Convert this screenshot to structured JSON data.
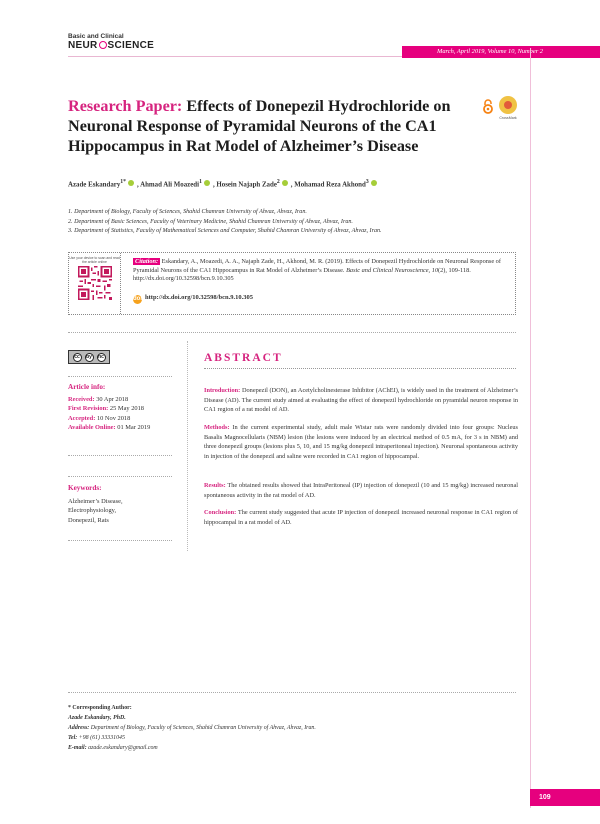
{
  "journal": {
    "logo_line1": "Basic and Clinical",
    "logo_part1": "NEUR",
    "logo_part2": "SCIENCE",
    "issue": "March, April 2019, Volume 10, Number 2"
  },
  "article": {
    "type_label": "Research Paper:",
    "title": "Effects of Donepezil Hydrochloride on Neuronal Response of Pyramidal Neurons of the CA1 Hippocampus in Rat Model of Alzheimer’s Disease",
    "crossmark_label": "CrossMark",
    "authors": [
      {
        "name": "Azade Eskandary",
        "sup": "1*"
      },
      {
        "name": "Ahmad Ali Moazedi",
        "sup": "1"
      },
      {
        "name": "Hosein Najaph Zade",
        "sup": "2"
      },
      {
        "name": "Mohamad Reza Akhond",
        "sup": "3"
      }
    ],
    "affiliations": [
      "1. Department of Biology, Faculty of Sciences, Shahid Chamran University of Ahvaz, Ahvaz, Iran.",
      "2. Department of Basic Sciences, Faculty of Veterinary Medicine, Shahid Chamran University of Ahvaz, Ahvaz, Iran.",
      "3. Department of Statistics, Faculty of Mathematical Sciences and Computer, Shahid Chamran University of Ahvaz, Ahvaz, Iran."
    ]
  },
  "citation": {
    "qr_caption": "Use your device to scan and read the article online",
    "label": "Citation:",
    "text": "Eskandary, A., Moazedi, A. A., Najaph Zade, H., Akhond, M. R. (2019). Effects of Donepezil Hydrochloride on Neuronal Response of Pyramidal Neurons of the CA1 Hippocampus in Rat Model of Alzheimer’s Disease.",
    "journal": "Basic and Clinical Neuroscience, 10",
    "rest": "(2), 109-118. http://dx.doi.org/10.32598/bcn.9.10.305",
    "doi_icon": "doi",
    "doi": "http://dx.doi.org/10.32598/bcn.9.10.305"
  },
  "license": {
    "icons": [
      "cc",
      "by",
      "nc"
    ]
  },
  "article_info": {
    "heading": "Article info:",
    "received_label": "Received:",
    "received": "30 Apr 2018",
    "first_revision_label": "First Revision:",
    "first_revision": "25 May 2018",
    "accepted_label": "Accepted:",
    "accepted": "10 Nov 2018",
    "online_label": "Available Online:",
    "online": "01 Mar 2019"
  },
  "keywords": {
    "heading": "Keywords:",
    "items": [
      "Alzheimer’s Disease,",
      "Electrophysiology,",
      "Donepezil, Rats"
    ]
  },
  "abstract": {
    "heading": "ABSTRACT",
    "introduction_label": "Introduction:",
    "introduction": "Donepezil (DON), an Acetylcholinesterase Inhibitor (AChEI), is widely used in the treatment of Alzheimer’s Disease (AD). The current study aimed at evaluating the effect of donepezil hydrochloride on pyramidal neuron response in CA1 region of a rat model of AD.",
    "methods_label": "Methods:",
    "methods": "In the current experimental study, adult male Wistar rats were randomly divided into four groups: Nucleus Basalis Magnocellularis (NBM) lesion (the lesions were induced by an electrical method of 0.5 mA, for 3 s in NBM) and three donepezil groups (lesions plus 5, 10, and 15 mg/kg donepezil intraperitoneal injection). Neuronal spontaneous activity in injection of the donepezil and saline were recorded in CA1 region of hippocampal.",
    "results_label": "Results:",
    "results": "The obtained results showed that IntraPeritoneal (IP) injection of donepezil (10 and 15 mg/kg) increased neuronal spontaneous activity in the rat model of AD.",
    "conclusion_label": "Conclusion:",
    "conclusion": "The current study suggested that acute IP injection of donepezil increased neuronal response in CA1 region of hippocampal in a rat model of AD."
  },
  "correspondence": {
    "heading": "* Corresponding Author:",
    "name": "Azade Eskandary, PhD.",
    "address_label": "Address:",
    "address": "Department of Biology, Faculty of Sciences, Shahid Chamran University of Ahvaz, Ahvaz, Iran.",
    "tel_label": "Tel:",
    "tel": "+98 (61) 33331045",
    "email_label": "E-mail:",
    "email": "azade.eskandary@gmail.com"
  },
  "page_number": "109"
}
